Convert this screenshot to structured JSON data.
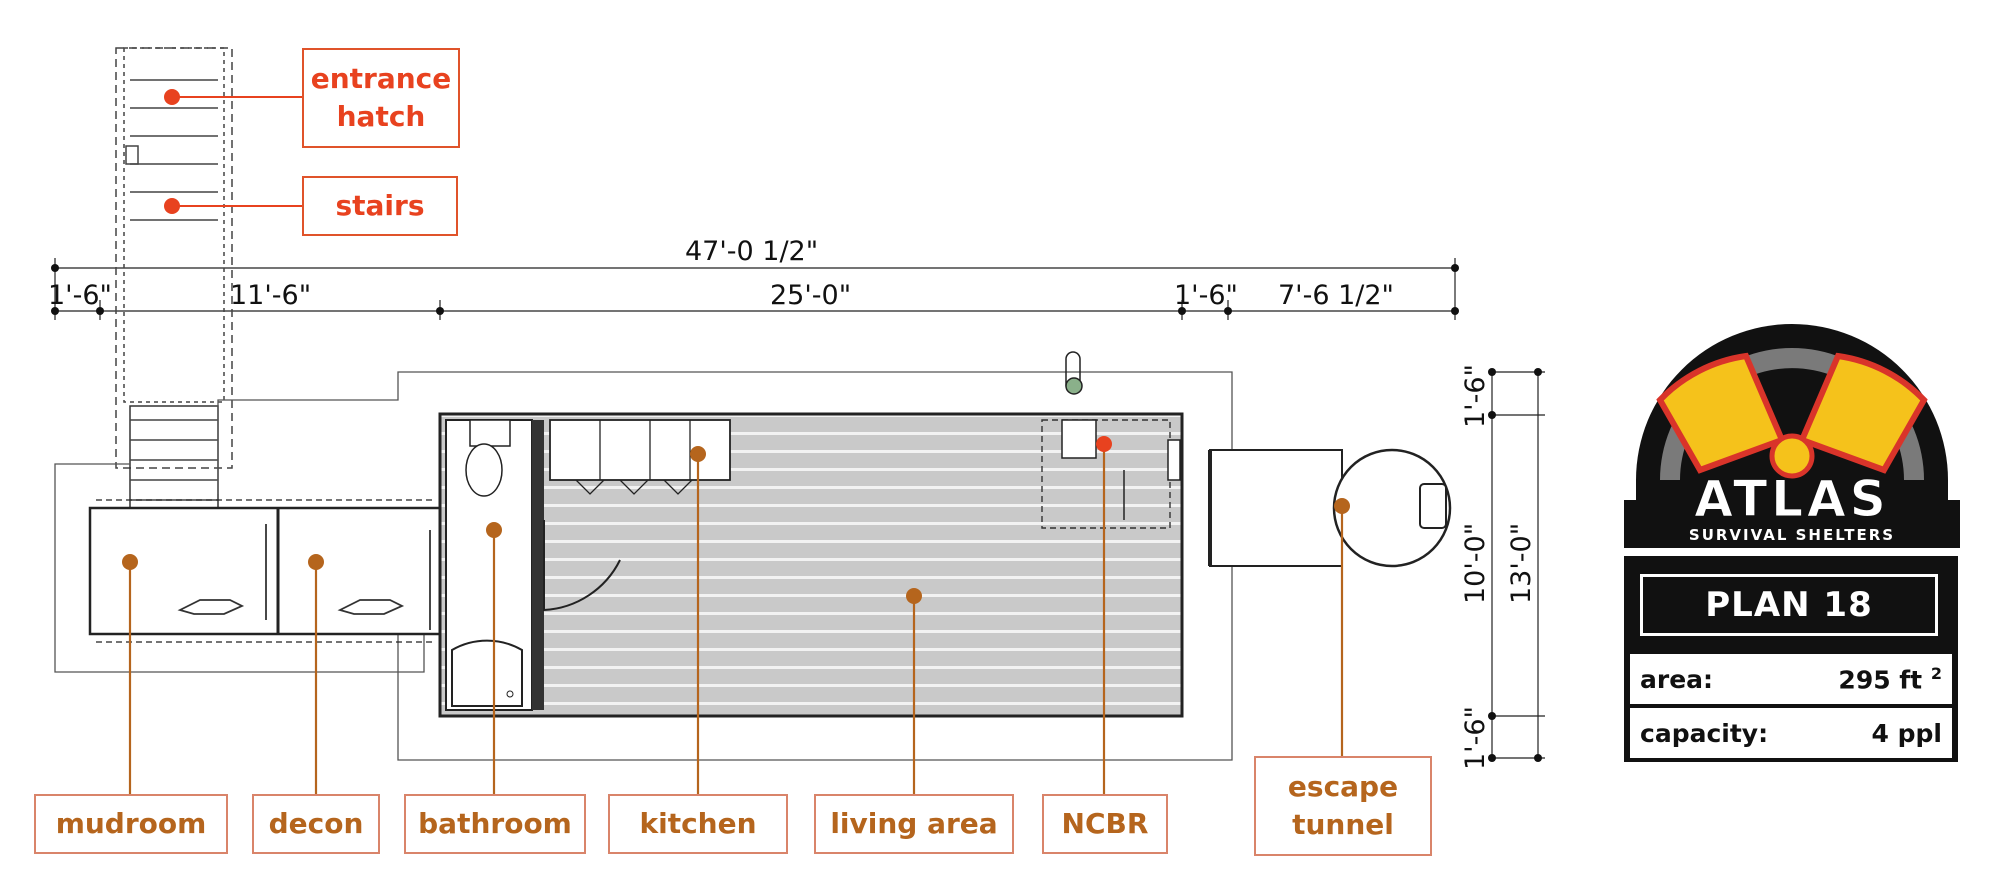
{
  "plan": {
    "title": "PLAN 18",
    "area_label": "area:",
    "area_value": "295 ft",
    "area_unit_sup": "2",
    "capacity_label": "capacity:",
    "capacity_value": "4 ppl"
  },
  "brand": {
    "name": "ATLAS",
    "tagline": "SURVIVAL SHELTERS"
  },
  "dimensions": {
    "overall": "47'-0 1/2\"",
    "seg1": "1'-6\"",
    "seg2": "11'-6\"",
    "seg3": "25'-0\"",
    "seg4": "1'-6\"",
    "seg5": "7'-6 1/2\"",
    "vert_top": "1'-6\"",
    "vert_mid": "10'-0\"",
    "vert_bottom": "1'-6\"",
    "vert_total": "13'-0\""
  },
  "callouts_top": [
    {
      "line1": "entrance",
      "line2": "hatch"
    },
    {
      "line1": "stairs"
    }
  ],
  "callouts_bottom": [
    {
      "label": "mudroom"
    },
    {
      "label": "decon"
    },
    {
      "label": "bathroom"
    },
    {
      "label": "kitchen"
    },
    {
      "label": "living area"
    },
    {
      "label": "NCBR"
    },
    {
      "line1": "escape",
      "line2": "tunnel"
    }
  ],
  "colors": {
    "callout_red": "#e8421f",
    "callout_orange": "#b5651d",
    "badge_yellow": "#f5c21b",
    "badge_dark": "#111111"
  }
}
